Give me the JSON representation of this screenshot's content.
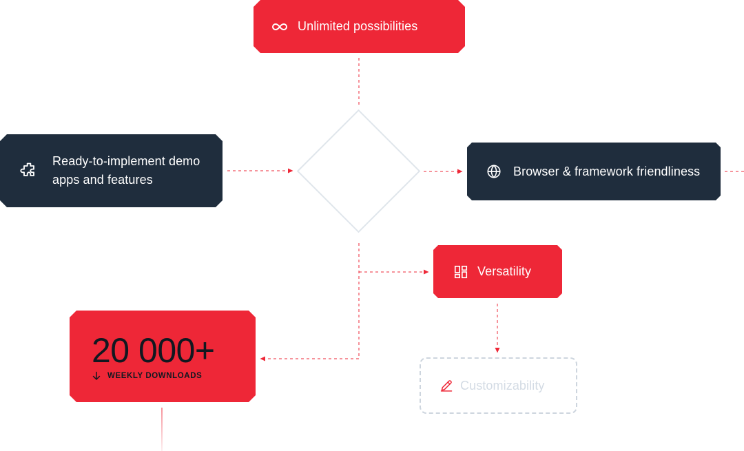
{
  "colors": {
    "accent_red": "#ee2737",
    "navy": "#1f2d3d",
    "diamond_stroke": "#dfe5eb",
    "muted_text": "#d3dbe4",
    "dashed_border": "#cdd5de",
    "dark_text": "#111820"
  },
  "diagram": {
    "nodes": {
      "unlimited": {
        "label": "Unlimited possibilities",
        "icon": "infinity-icon",
        "color": "#ee2737"
      },
      "demo": {
        "label": "Ready-to-implement demo apps and features",
        "icon": "puzzle-icon",
        "color": "#1f2d3d"
      },
      "browser": {
        "label": "Browser & framework friendliness",
        "icon": "globe-icon",
        "color": "#1f2d3d"
      },
      "versatility": {
        "label": "Versatility",
        "icon": "dashboard-icon",
        "color": "#ee2737"
      },
      "customizability": {
        "label": "Customizability",
        "icon": "pencil-icon",
        "state": "muted"
      },
      "downloads": {
        "value": "20 000+",
        "caption": "WEEKLY DOWNLOADS",
        "icon": "arrow-down-icon",
        "color": "#ee2737"
      }
    },
    "edges": [
      {
        "from": "unlimited",
        "to": "decision",
        "directed": false
      },
      {
        "from": "demo",
        "to": "decision",
        "directed": true
      },
      {
        "from": "decision",
        "to": "browser",
        "directed": true
      },
      {
        "from": "decision",
        "to": "versatility",
        "directed": true
      },
      {
        "from": "decision",
        "to": "downloads",
        "directed": true
      },
      {
        "from": "versatility",
        "to": "customizability",
        "directed": true
      }
    ]
  }
}
